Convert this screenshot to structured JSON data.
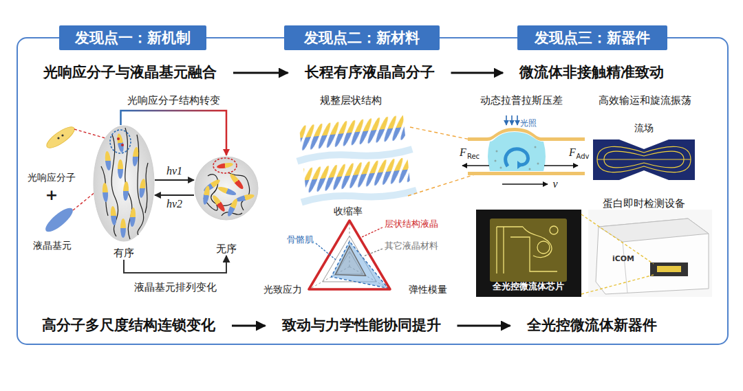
{
  "diagram": {
    "nodes": [
      {
        "text": [
          "发现点一：新机制"
        ]
      },
      {
        "text": [
          "发现点二：新材料"
        ]
      },
      {
        "text": [
          "发现点三：新器件"
        ]
      },
      {
        "text": [
          "光响应分子与液晶基元融合"
        ]
      },
      {
        "text": [
          "长程有序液晶高分子"
        ]
      },
      {
        "text": [
          "微流体非接触精准致动"
        ]
      },
      {
        "text": [
          "高分子多尺度结构连锁变化"
        ]
      },
      {
        "text": [
          "致动与力学性能协同提升"
        ]
      },
      {
        "text": [
          "全光控微流体新器件"
        ]
      },
      {
        "text": [
          "有序"
        ]
      },
      {
        "text": [
          "无序"
        ]
      }
    ],
    "edges": [
      {
        "from": 3,
        "to": 4,
        "arrow": "to"
      },
      {
        "from": 4,
        "to": 5,
        "arrow": "to"
      },
      {
        "from": 6,
        "to": 7,
        "arrow": "to"
      },
      {
        "from": 7,
        "to": 8,
        "arrow": "to"
      },
      {
        "from": 9,
        "to": 10,
        "label": "hv1",
        "arrow": "to"
      },
      {
        "from": 10,
        "to": 9,
        "label": "hv2",
        "arrow": "to"
      },
      {
        "from": 9,
        "to": 10,
        "label": "光响应分子结构转变",
        "arrow": "to"
      },
      {
        "from": 9,
        "to": 10,
        "label": "液晶基元排列变化",
        "arrow": "to"
      }
    ],
    "labels": [
      "光响应分子",
      "+",
      "液晶基元",
      "规整层状结构",
      "收缩率",
      "层状结构液晶",
      "骨骼肌",
      "其它液晶材料",
      "光致应力",
      "弹性模量",
      "动态拉普拉斯压差",
      "高效输运和旋流振荡",
      "光照",
      "F",
      "Rec",
      "F",
      "Adv",
      "v",
      "流场",
      "蛋白即时检测设备",
      "全光控微流体芯片",
      "iCOM"
    ]
  }
}
